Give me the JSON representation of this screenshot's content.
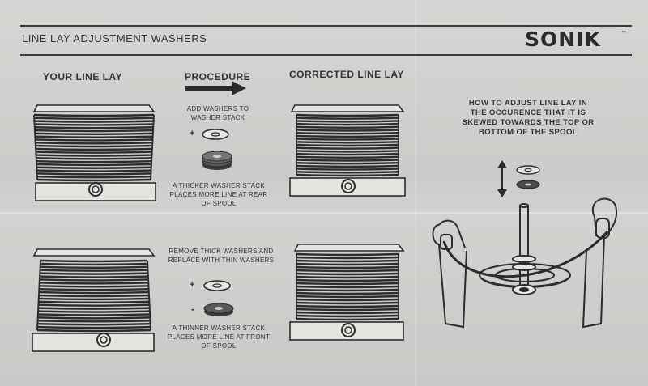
{
  "header": {
    "title": "LINE LAY ADJUSTMENT WASHERS",
    "brand": "SONIK",
    "brand_mark": "™"
  },
  "columns": {
    "your_line_lay": "YOUR LINE LAY",
    "procedure": "PROCEDURE",
    "corrected_line_lay": "CORRECTED LINE LAY"
  },
  "procedure_top": {
    "instruction": "ADD WASHERS TO WASHER STACK",
    "symbol": "+",
    "result": "A THICKER WASHER STACK PLACES MORE LINE AT REAR OF SPOOL"
  },
  "procedure_bottom": {
    "instruction": "REMOVE THICK WASHERS AND REPLACE WITH THIN WASHERS",
    "symbol_add": "+",
    "symbol_remove": "-",
    "result": "A THINNER WASHER STACK PLACES MORE LINE AT FRONT OF SPOOL"
  },
  "how_to": {
    "text": "HOW TO ADJUST LINE LAY IN THE OCCURENCE THAT IT IS SKEWED TOWARDS THE TOP OR BOTTOM OF THE SPOOL"
  },
  "colors": {
    "ink": "#2c2c2c",
    "paper": "#cfd0cd"
  },
  "icons": [
    "arrow-right-icon",
    "washer-icon",
    "double-arrow-icon",
    "spool-icon",
    "reel-rotor-icon"
  ]
}
